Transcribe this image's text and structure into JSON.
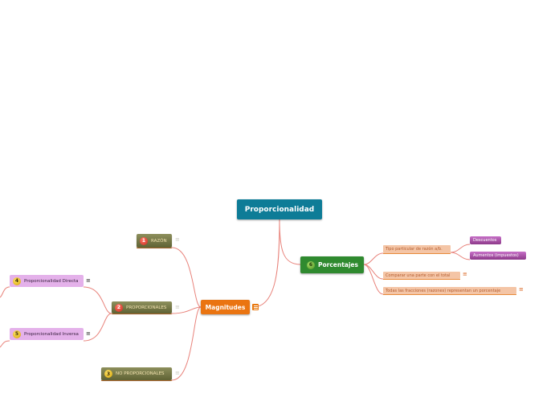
{
  "root": {
    "label": "Proporcionalidad"
  },
  "magnitudes": {
    "label": "Magnitudes"
  },
  "porcentajes": {
    "label": "Porcentajes",
    "number": "6"
  },
  "razon": {
    "label": "RAZÓN",
    "number": "1"
  },
  "proporcionales": {
    "label": "PROPORCIONALES",
    "number": "2"
  },
  "no_proporcionales": {
    "label": "NO PROPORCIONALES",
    "number": "3"
  },
  "directa": {
    "label": "Proporcionalidad Directa",
    "number": "4"
  },
  "inversa": {
    "label": "Proporcionalidad Inversa",
    "number": "5"
  },
  "porcentajes_children": [
    {
      "label": "Tipo particular de razón a/b."
    },
    {
      "label": "Comparar una parte con el total"
    },
    {
      "label": "Todas las fracciones (razones) representan un porcentaje"
    }
  ],
  "tipo_children": [
    {
      "label": "Descuentos"
    },
    {
      "label": "Aumentos (impuestos)"
    }
  ],
  "colors": {
    "root": "#0e7c97",
    "magnitudes": "#ea7411",
    "porcentajes": "#2f8a2f",
    "link": "#e8827a"
  },
  "icons": {
    "note": "notes-icon",
    "number_badge": "priority-number-icon"
  }
}
